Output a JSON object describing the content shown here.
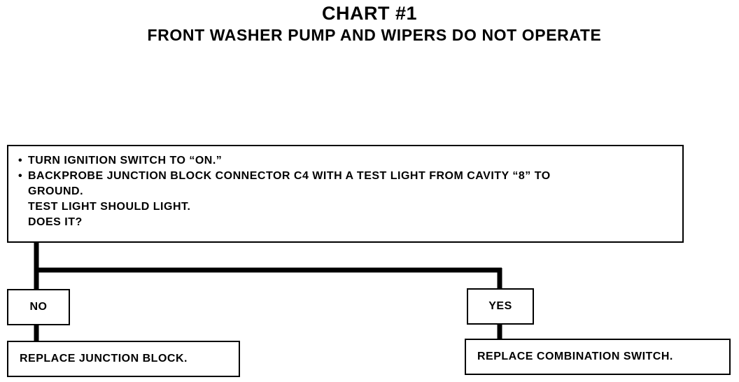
{
  "header": {
    "title": "CHART #1",
    "subtitle": "FRONT WASHER PUMP AND WIPERS DO NOT OPERATE"
  },
  "test_box": {
    "bullet_glyph": "•",
    "step_1": "TURN IGNITION SWITCH TO “ON.”",
    "step_2_line_1": "BACKPROBE JUNCTION BLOCK CONNECTOR C4 WITH A TEST LIGHT FROM CAVITY “8” TO",
    "step_2_line_2": "GROUND.",
    "expected": "TEST LIGHT SHOULD LIGHT.",
    "question": "DOES IT?"
  },
  "branches": {
    "no": {
      "label": "NO",
      "action": "REPLACE JUNCTION BLOCK."
    },
    "yes": {
      "label": "YES",
      "action": "REPLACE COMBINATION SWITCH."
    }
  }
}
